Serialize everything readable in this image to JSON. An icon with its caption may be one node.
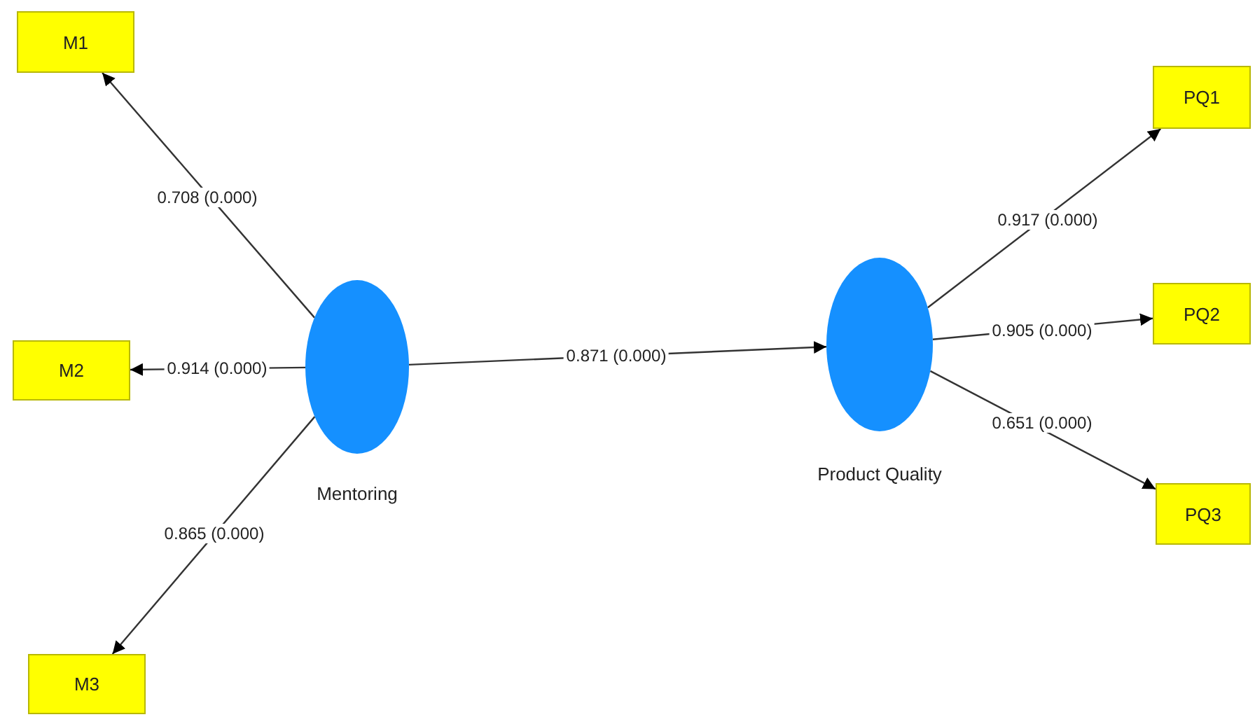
{
  "diagram": {
    "nodes": [
      {
        "text": [
          "M1"
        ]
      },
      {
        "text": [
          "M2"
        ]
      },
      {
        "text": [
          "M3"
        ]
      },
      {
        "text": [
          "Mentoring"
        ]
      },
      {
        "text": [
          "Product Quality"
        ]
      },
      {
        "text": [
          "PQ1"
        ]
      },
      {
        "text": [
          "PQ2"
        ]
      },
      {
        "text": [
          "PQ3"
        ]
      }
    ],
    "edges": [
      {
        "from": 3,
        "to": 0,
        "arrow": "to",
        "label": "0.708 (0.000)"
      },
      {
        "from": 3,
        "to": 1,
        "arrow": "to",
        "label": "0.914 (0.000)"
      },
      {
        "from": 3,
        "to": 2,
        "arrow": "to",
        "label": "0.865 (0.000)"
      },
      {
        "from": 3,
        "to": 4,
        "arrow": "to",
        "label": "0.871 (0.000)"
      },
      {
        "from": 4,
        "to": 5,
        "arrow": "to",
        "label": "0.917 (0.000)"
      },
      {
        "from": 4,
        "to": 6,
        "arrow": "to",
        "label": "0.905 (0.000)"
      },
      {
        "from": 4,
        "to": 7,
        "arrow": "to",
        "label": "0.651 (0.000)"
      }
    ]
  }
}
